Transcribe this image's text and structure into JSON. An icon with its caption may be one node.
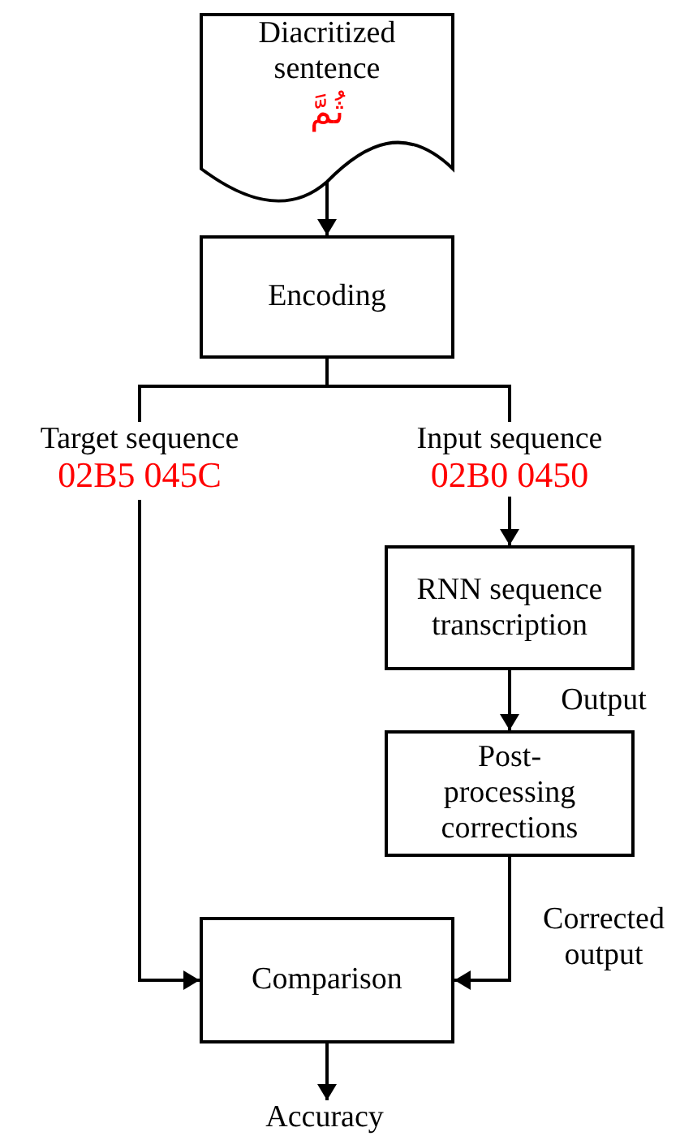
{
  "diagram": {
    "nodes": [
      {
        "text": [
          "Diacritized sentence",
          "ثُمَّ"
        ]
      },
      {
        "text": [
          "Encoding"
        ]
      },
      {
        "text": [
          "Target sequence",
          "02B5 045C"
        ]
      },
      {
        "text": [
          "Input sequence",
          "02B0 0450"
        ]
      },
      {
        "text": [
          "RNN sequence transcription"
        ]
      },
      {
        "text": [
          "Post- processing corrections"
        ]
      },
      {
        "text": [
          "Comparison"
        ]
      },
      {
        "text": [
          "Accuracy"
        ]
      }
    ],
    "edges": [
      {
        "from": 0,
        "to": 1,
        "arrow": "to"
      },
      {
        "from": 1,
        "to": 2,
        "arrow": "none"
      },
      {
        "from": 1,
        "to": 3,
        "arrow": "none"
      },
      {
        "from": 3,
        "to": 4,
        "arrow": "to"
      },
      {
        "from": 4,
        "to": 5,
        "arrow": "to",
        "label": "Output"
      },
      {
        "from": 2,
        "to": 6,
        "arrow": "to"
      },
      {
        "from": 5,
        "to": 6,
        "arrow": "to",
        "label": "Corrected output"
      },
      {
        "from": 6,
        "to": 7,
        "arrow": "to"
      }
    ]
  }
}
